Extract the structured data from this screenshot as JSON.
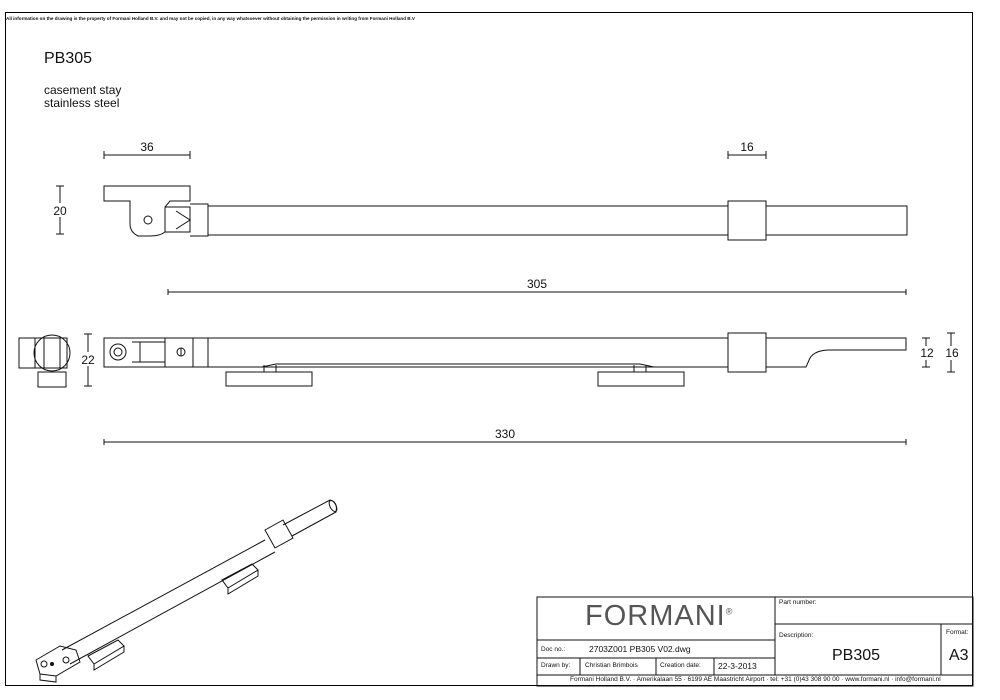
{
  "notice": "All information on the drawing is the property of Formani Holland B.V. and may not be copied, in any way whatsoever without obtaining the permission in writing from Formani Holland B.V",
  "product": {
    "code": "PB305",
    "description_line1": "casement stay",
    "description_line2": "stainless steel"
  },
  "dimensions": {
    "d36": "36",
    "d16": "16",
    "d20": "20",
    "d305": "305",
    "d22": "22",
    "d12": "12",
    "d16b": "16",
    "d330": "330"
  },
  "title_block": {
    "brand": "FORMANI",
    "brand_mark": "®",
    "part_number_label": "Part number:",
    "description_label": "Description:",
    "description_value": "PB305",
    "format_label": "Format:",
    "format_value": "A3",
    "doc_no_label": "Doc no.:",
    "doc_no_value": "2703Z001 PB305 V02.dwg",
    "drawn_by_label": "Drawn by:",
    "drawn_by_value": "Christian Brimbois",
    "creation_date_label": "Creation date:",
    "creation_date_value": "22-3-2013",
    "footer": "Formani Holland B.V. · Amerikalaan 55 · 6199 AE Maastricht Airport · tel: +31 (0)43 308 90 00 · www.formani.nl · info@formani.nl"
  }
}
